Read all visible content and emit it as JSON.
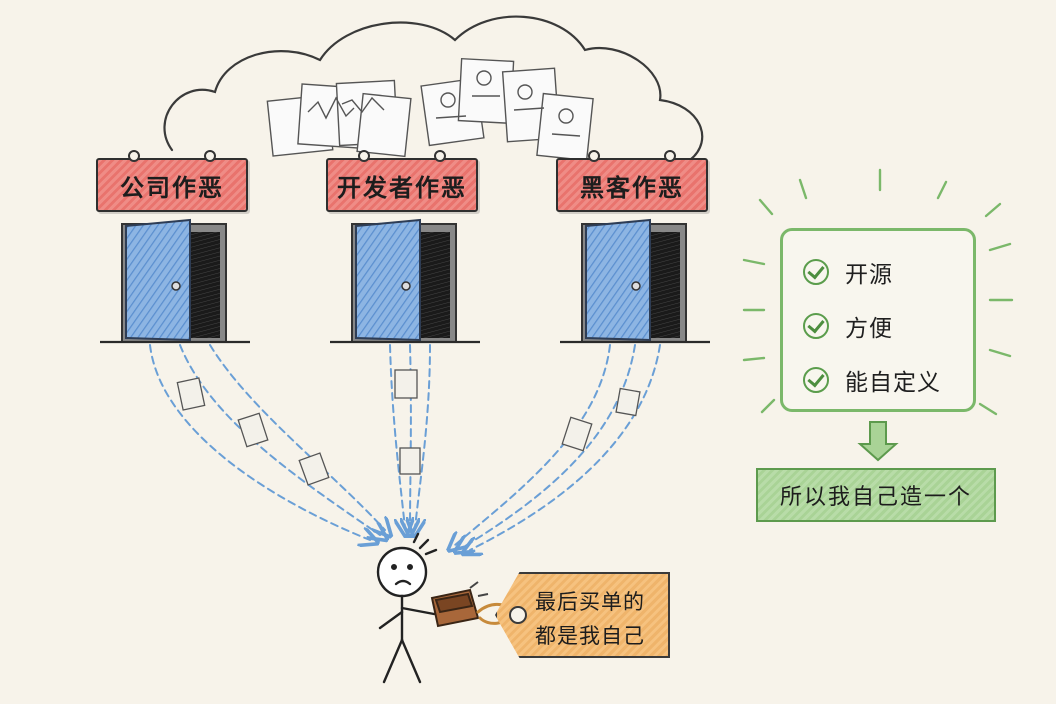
{
  "signs": [
    {
      "label": "公司作恶"
    },
    {
      "label": "开发者作恶"
    },
    {
      "label": "黑客作恶"
    }
  ],
  "benefits": {
    "items": [
      "开源",
      "方便",
      "能自定义"
    ]
  },
  "conclusion": "所以我自己造一个",
  "tag": {
    "line1": "最后买单的",
    "line2": "都是我自己"
  },
  "colors": {
    "sign_red": "#e9736d",
    "door_blue": "#6f9fd8",
    "arrow_blue": "#6a9fd6",
    "benefit_green": "#7bb86a",
    "tag_orange": "#efb46b",
    "wallet_brown": "#a8673a"
  }
}
